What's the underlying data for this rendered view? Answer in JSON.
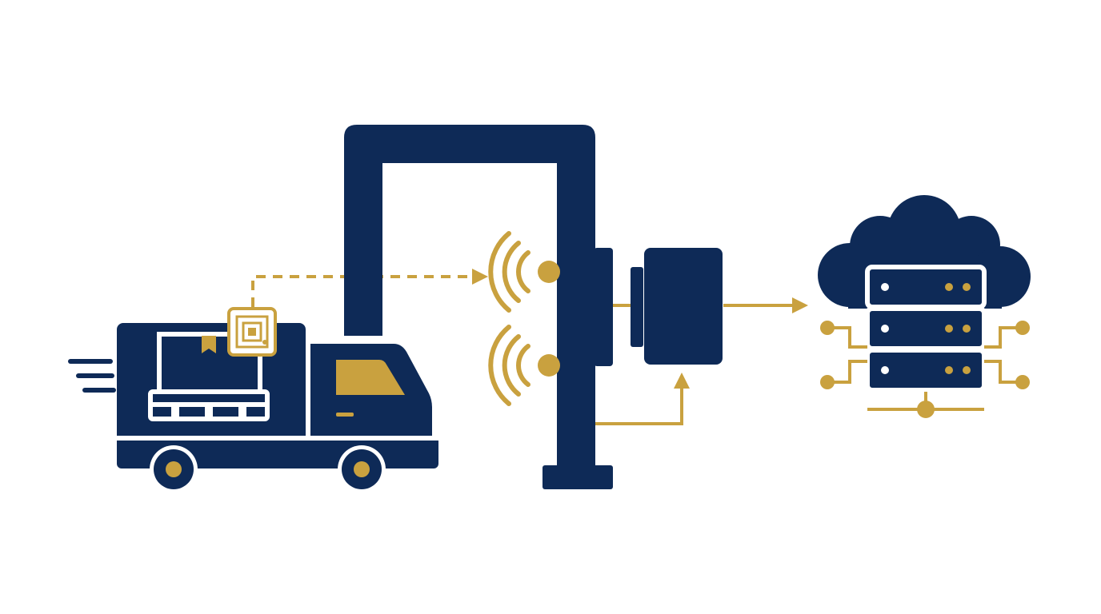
{
  "diagram": {
    "colors": {
      "navy": "#0E2A57",
      "gold": "#C9A13F",
      "background": "#FFFFFF"
    },
    "nodes": [
      {
        "id": "delivery-truck",
        "icon": "truck-icon"
      },
      {
        "id": "pallet-with-box",
        "icon": "box-icon"
      },
      {
        "id": "rfid-tag",
        "icon": "rfid-tag-icon"
      },
      {
        "id": "rfid-gate-portal",
        "icon": "gate-icon"
      },
      {
        "id": "antenna-top",
        "icon": "antenna-signal-icon"
      },
      {
        "id": "antenna-bottom",
        "icon": "antenna-signal-icon"
      },
      {
        "id": "rfid-reader",
        "icon": "reader-icon"
      },
      {
        "id": "cloud-server",
        "icon": "cloud-server-icon"
      }
    ],
    "edges": [
      {
        "from": "rfid-tag",
        "to": "antenna-top",
        "style": "dashed"
      },
      {
        "from": "antenna-bottom",
        "to": "rfid-reader",
        "style": "solid"
      },
      {
        "from": "rfid-reader",
        "to": "cloud-server",
        "style": "solid"
      }
    ]
  }
}
